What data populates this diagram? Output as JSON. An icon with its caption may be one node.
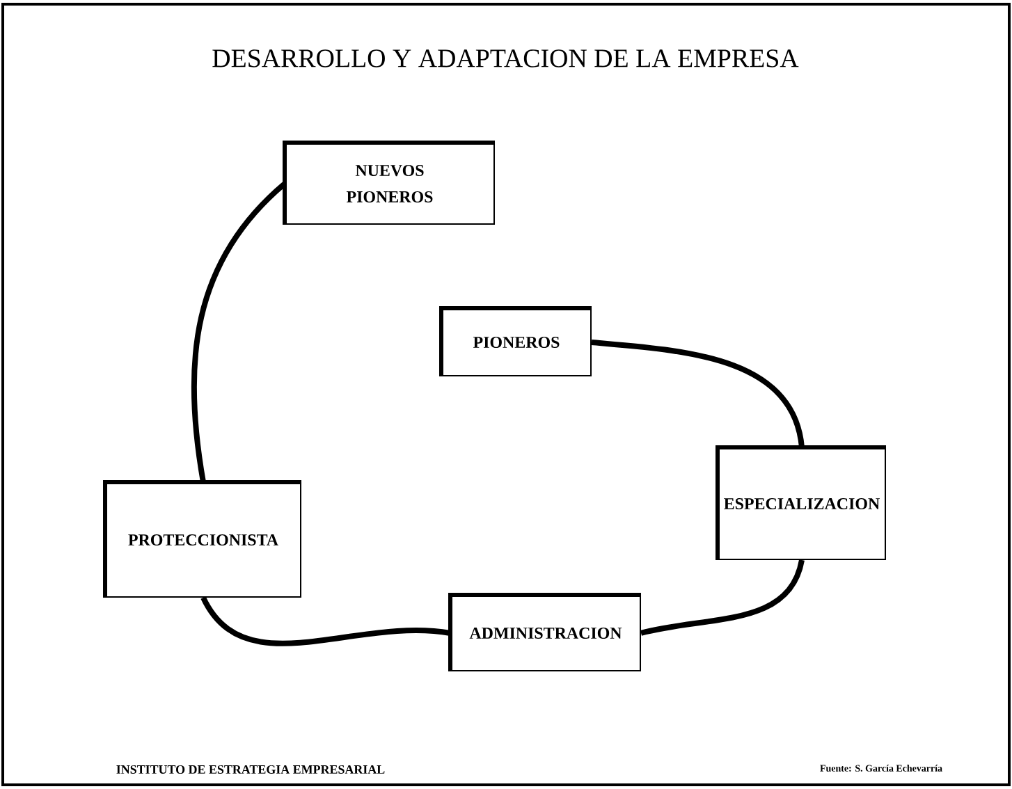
{
  "diagram": {
    "title": "DESARROLLO Y ADAPTACION DE LA EMPRESA",
    "nodes": [
      {
        "text": [
          "PIONEROS"
        ]
      },
      {
        "text": [
          "ESPECIALIZACION"
        ]
      },
      {
        "text": [
          "ADMINISTRACION"
        ]
      },
      {
        "text": [
          "PROTECCIONISTA"
        ]
      },
      {
        "text": [
          "NUEVOS PIONEROS"
        ]
      }
    ],
    "edges": [
      {
        "from": 0,
        "to": 1,
        "arrow": "none"
      },
      {
        "from": 1,
        "to": 2,
        "arrow": "none"
      },
      {
        "from": 2,
        "to": 3,
        "arrow": "none"
      },
      {
        "from": 3,
        "to": 4,
        "arrow": "none"
      }
    ],
    "labels": [
      "INSTITUTO DE ESTRATEGIA EMPRESARIAL",
      "Fuente: S. García Echevarría"
    ]
  }
}
